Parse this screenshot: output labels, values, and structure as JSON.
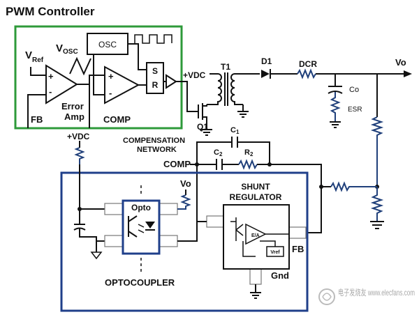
{
  "title": "PWM Controller",
  "labels": {
    "vref": "V",
    "vref_sub": "Ref",
    "vosc": "V",
    "vosc_sub": "OSC",
    "osc": "OSC",
    "sr_s": "S",
    "sr_r": "R",
    "error_amp_1": "Error",
    "error_amp_2": "Amp",
    "fb_left": "FB",
    "comp_top": "COMP",
    "vdc_t1": "+VDC",
    "t1": "T1",
    "d1": "D1",
    "dcr": "DCR",
    "vo_out": "Vo",
    "co": "Co",
    "esr": "ESR",
    "q1": "Q1",
    "c1": "C",
    "c1_sub": "1",
    "comp_net_1": "COMPENSATION",
    "comp_net_2": "NETWORK",
    "c2": "C",
    "c2_sub": "2",
    "r2": "R",
    "r2_sub": "2",
    "comp_mid": "COMP",
    "vdc_left": "+VDC",
    "opto": "Opto",
    "vo_opto": "Vo",
    "optocoupler": "OPTOCOUPLER",
    "shunt_1": "SHUNT",
    "shunt_2": "REGULATOR",
    "ea": "E/A",
    "vref_box": "Vref",
    "fb_right": "FB",
    "gnd": "Gnd",
    "plus": "+",
    "minus": "-"
  },
  "colors": {
    "pwm_box": "#2e9a3a",
    "opto_box": "#1f3f8a",
    "resistor": "#1f3f7a",
    "wire": "#111111"
  },
  "watermark": "电子发烧友 www.elecfans.com"
}
